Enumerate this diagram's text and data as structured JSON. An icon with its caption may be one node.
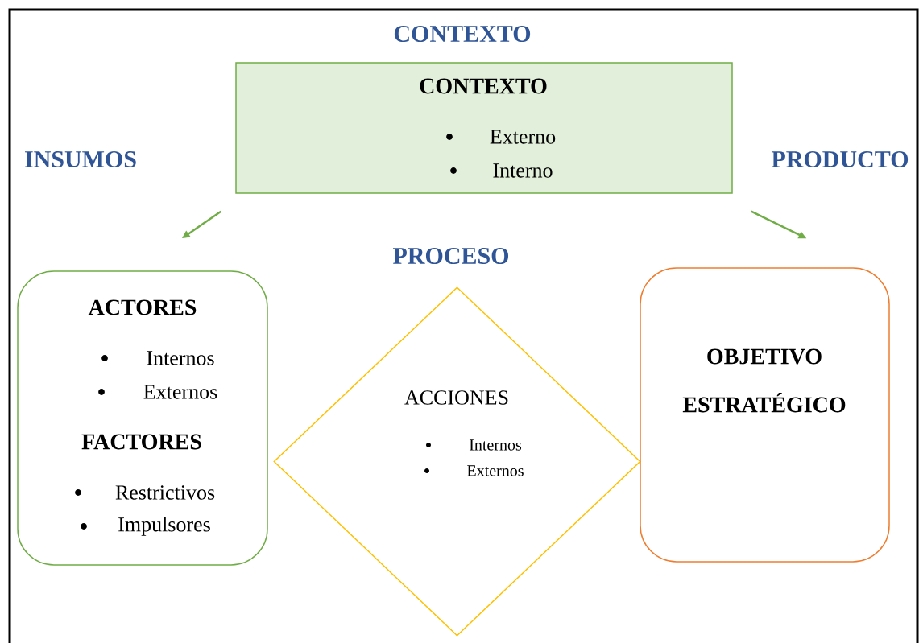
{
  "diagram": {
    "nodes": [
      {
        "text": [
          "CONTEXTO",
          "Externo",
          "Interno"
        ]
      },
      {
        "text": [
          "ACTORES",
          "Internos",
          "Externos",
          "FACTORES",
          "Restrictivos",
          "Impulsores"
        ]
      },
      {
        "text": [
          "ACCIONES",
          "Internos",
          "Externos"
        ]
      },
      {
        "text": [
          "OBJETIVO ESTRATÉGICO"
        ]
      }
    ],
    "edges": [
      {
        "from": 0,
        "to": 1,
        "arrow": "to"
      },
      {
        "from": 0,
        "to": 3,
        "arrow": "to"
      }
    ],
    "labels": [
      "CONTEXTO",
      "INSUMOS",
      "PRODUCTO",
      "PROCESO"
    ]
  }
}
